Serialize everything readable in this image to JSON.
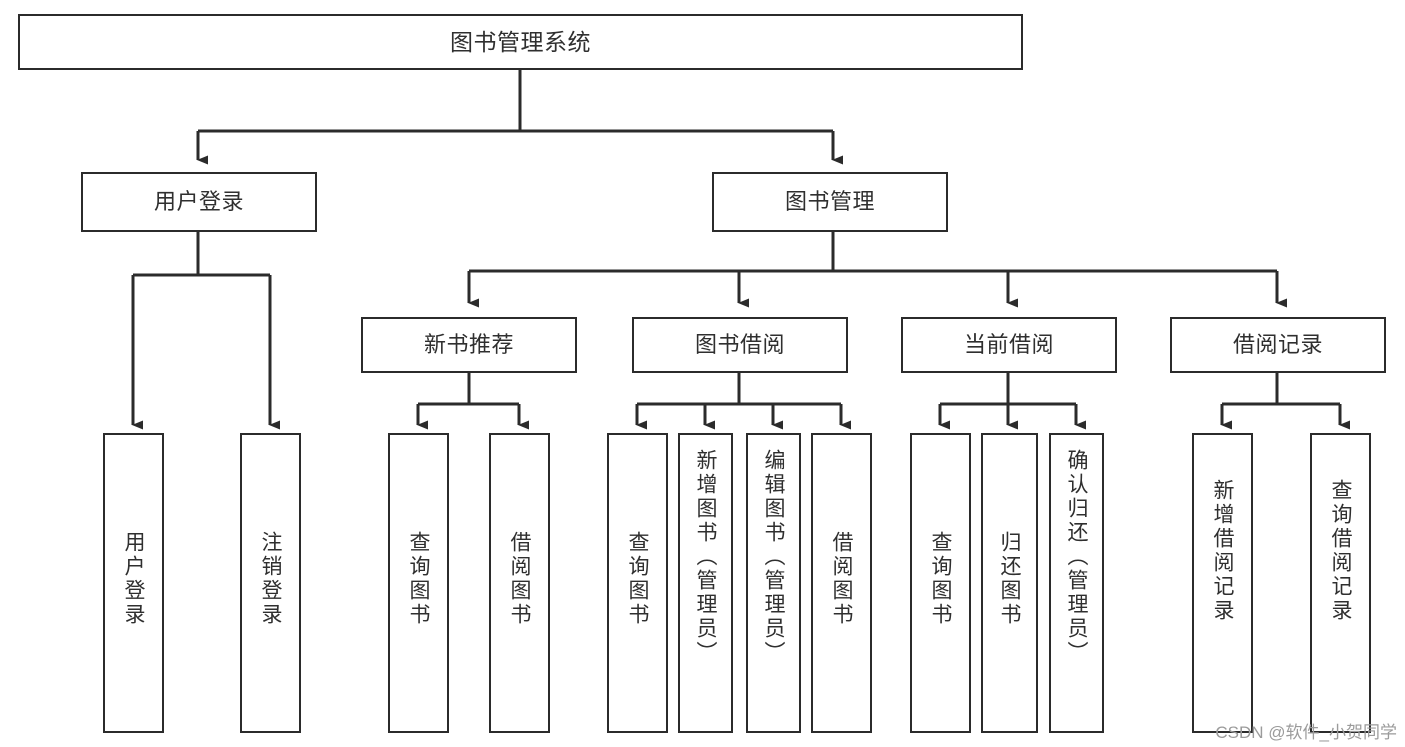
{
  "diagram": {
    "type": "tree",
    "title": "图书管理系统",
    "orientation": "top-down",
    "background_color": "#ffffff",
    "line_color": "#2b2b2b",
    "box_fill": "#ffffff",
    "text_color": "#2f2f2f"
  },
  "nodes": {
    "root": {
      "label": "图书管理系统"
    },
    "level1": [
      {
        "id": "user-login",
        "label": "用户登录"
      },
      {
        "id": "book-manage",
        "label": "图书管理"
      }
    ],
    "level2": [
      {
        "id": "new-book-recommend",
        "label": "新书推荐",
        "parent": "book-manage"
      },
      {
        "id": "book-borrow",
        "label": "图书借阅",
        "parent": "book-manage"
      },
      {
        "id": "current-borrow",
        "label": "当前借阅",
        "parent": "book-manage"
      },
      {
        "id": "borrow-record",
        "label": "借阅记录",
        "parent": "book-manage"
      }
    ],
    "leaves": [
      {
        "id": "leaf-user-login",
        "label": "用户登录",
        "parent": "user-login"
      },
      {
        "id": "leaf-user-logout",
        "label": "注销登录",
        "parent": "user-login"
      },
      {
        "id": "leaf-query-book-1",
        "label": "查询图书",
        "parent": "new-book-recommend"
      },
      {
        "id": "leaf-borrow-book-1",
        "label": "借阅图书",
        "parent": "new-book-recommend"
      },
      {
        "id": "leaf-query-book-2",
        "label": "查询图书",
        "parent": "book-borrow"
      },
      {
        "id": "leaf-add-book",
        "label": "新增图书（管理员）",
        "parent": "book-borrow"
      },
      {
        "id": "leaf-edit-book",
        "label": "编辑图书（管理员）",
        "parent": "book-borrow"
      },
      {
        "id": "leaf-borrow-book-2",
        "label": "借阅图书",
        "parent": "book-borrow"
      },
      {
        "id": "leaf-query-book-3",
        "label": "查询图书",
        "parent": "current-borrow"
      },
      {
        "id": "leaf-return-book",
        "label": "归还图书",
        "parent": "current-borrow"
      },
      {
        "id": "leaf-confirm-return",
        "label": "确认归还（管理员）",
        "parent": "current-borrow"
      },
      {
        "id": "leaf-add-record",
        "label": "新增借阅记录",
        "parent": "borrow-record"
      },
      {
        "id": "leaf-query-record",
        "label": "查询借阅记录",
        "parent": "borrow-record"
      }
    ]
  },
  "watermark": {
    "text": "CSDN @软件_小贺同学"
  }
}
